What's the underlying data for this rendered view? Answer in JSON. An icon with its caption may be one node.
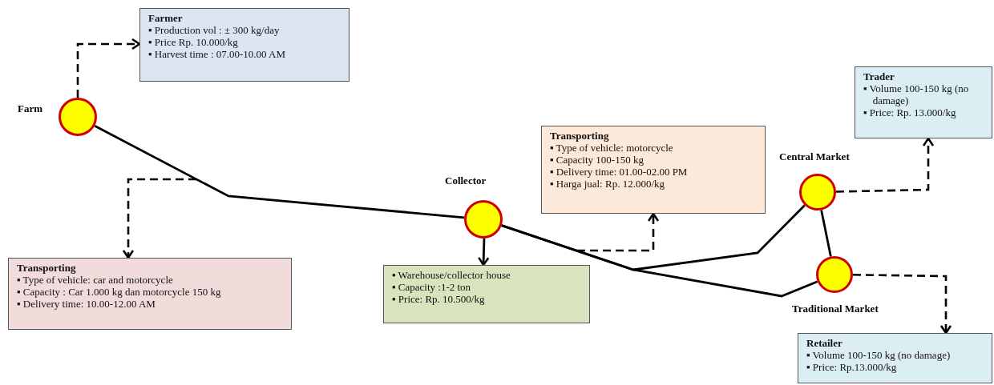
{
  "diagram": {
    "nodes": [
      {
        "text": [],
        "shape": "circle",
        "beside": [
          "Farm"
        ]
      },
      {
        "text": [
          "Farmer",
          "▪ Production vol : ± 300 kg/day",
          "▪ Price Rp. 10.000/kg",
          "▪ Harvest time : 07.00-10.00 AM"
        ]
      },
      {
        "text": [
          "Transporting",
          "▪ Type of vehicle: car and motorcycle",
          "▪ Capacity : Car 1.000 kg dan motorcycle 150 kg",
          "▪ Delivery time: 10.00-12.00 AM"
        ]
      },
      {
        "text": [],
        "shape": "circle",
        "beside": [
          "Collector"
        ]
      },
      {
        "text": [
          "▪ Warehouse/collector house",
          "▪ Capacity :1-2 ton",
          "▪ Price: Rp. 10.500/kg"
        ]
      },
      {
        "text": [
          "Transporting",
          "▪ Type of vehicle: motorcycle",
          "▪ Capacity 100-150 kg",
          "▪ Delivery time: 01.00-02.00 PM",
          "▪ Harga jual: Rp. 12.000/kg"
        ]
      },
      {
        "text": [],
        "shape": "circle",
        "beside": [
          "Central Market"
        ]
      },
      {
        "text": [
          "Trader",
          "▪ Volume 100-150 kg (no damage)",
          "▪ Price: Rp. 13.000/kg"
        ]
      },
      {
        "text": [],
        "shape": "circle",
        "beside": [
          "Traditional Market"
        ]
      },
      {
        "text": [
          "Retailer",
          "▪ Volume 100-150 kg (no damage)",
          "▪ Price: Rp.13.000/kg"
        ]
      }
    ],
    "edges": [
      {
        "from": 0,
        "to": 3,
        "arrow": "none"
      },
      {
        "from": 0,
        "to": 1,
        "arrow": "to",
        "style": "dashed"
      },
      {
        "from": null,
        "to": 2,
        "arrow": "to",
        "style": "dashed"
      },
      {
        "from": 3,
        "to": 4,
        "arrow": "to"
      },
      {
        "from": 3,
        "to": 6,
        "arrow": "none"
      },
      {
        "from": 3,
        "to": 8,
        "arrow": "none"
      },
      {
        "from": null,
        "to": 5,
        "arrow": "to",
        "style": "dashed"
      },
      {
        "from": 6,
        "to": 8,
        "arrow": "none"
      },
      {
        "from": 6,
        "to": 7,
        "arrow": "to",
        "style": "dashed"
      },
      {
        "from": 8,
        "to": 9,
        "arrow": "to",
        "style": "dashed"
      }
    ]
  }
}
